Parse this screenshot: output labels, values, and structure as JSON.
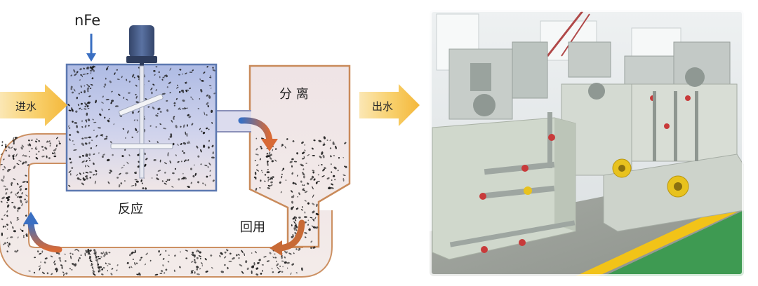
{
  "diagram": {
    "labels": {
      "nfe": "nFe",
      "inlet": "进水",
      "outlet": "出水",
      "separation": "分 离",
      "reaction": "反应",
      "reuse": "回用"
    },
    "colors": {
      "tank_outline": "#5c78b0",
      "separator_outline": "#c98a5a",
      "tank_fill_top": "#aebbe4",
      "tank_fill_bottom": "#f2e7e6",
      "arrow_yellow": "#f6c24a",
      "flow_orange": "#d86a36",
      "flow_blue": "#3a6fc2",
      "motor": "#4a5e86",
      "particles": "#1c1c1c"
    },
    "icons": [
      "motor-icon",
      "stirrer-icon",
      "dosing-arrow-icon",
      "flow-arrow-icon"
    ]
  },
  "photo": {
    "colors": {
      "floor_green": "#3e9a52",
      "floor_stripe": "#f2c318",
      "wall": "#e7ebed",
      "tank_panel": "#d0d8cc",
      "pump_yellow": "#e8c21e",
      "valve_red": "#c83a3a"
    }
  }
}
